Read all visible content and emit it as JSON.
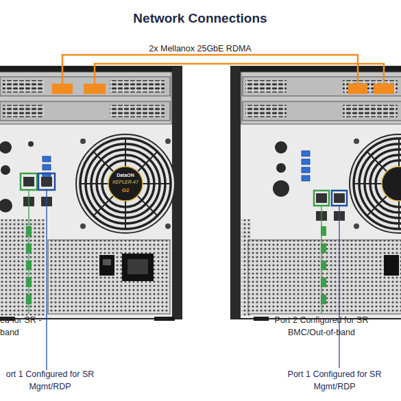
{
  "diagram": {
    "title": "Network Connections",
    "labels": [
      "2x Mellanox 25GbE RDMA",
      "DataON",
      "KEPLER-47",
      "G2",
      "ed for SR -band",
      "ort 1 Configured for SR Mgmt/RDP",
      "Port 2 Configured for SR BMC/Out-of-band",
      "Port 1 Configured for SR Mgmt/RDP"
    ]
  }
}
